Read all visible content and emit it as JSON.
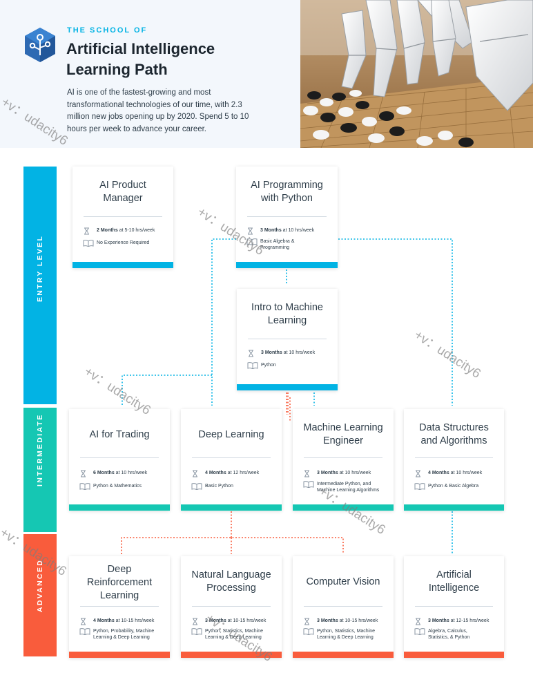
{
  "header": {
    "school_label": "THE SCHOOL OF",
    "title_line1": "Artificial Intelligence",
    "title_line2": "Learning Path",
    "intro": "AI is one of the fastest-growing and most transformational technologies of our time, with 2.3 million new jobs opening up by 2020. Spend 5 to 10 hours per week to advance your career.",
    "logo_icon": "hexagon-circuit-icon"
  },
  "levels": {
    "entry": "ENTRY LEVEL",
    "intermediate": "INTERMEDIATE",
    "advanced": "ADVANCED"
  },
  "colors": {
    "entry": "#02b3e4",
    "intermediate": "#15c7b3",
    "advanced": "#f95c3c"
  },
  "icons": {
    "duration": "hourglass-icon",
    "prereq": "open-book-icon"
  },
  "courses": {
    "ai_product_manager": {
      "title": "AI Product Manager",
      "duration": "2 Months",
      "pace": " at 5-10 hrs/week",
      "prereq": "No Experience Required"
    },
    "ai_programming_python": {
      "title": "AI Programming with Python",
      "duration": "3 Months",
      "pace": " at 10 hrs/week",
      "prereq": "Basic Algebra & Programming"
    },
    "intro_ml": {
      "title": "Intro to Machine Learning",
      "duration": "3 Months",
      "pace": " at 10 hrs/week",
      "prereq": "Python"
    },
    "ai_trading": {
      "title": "AI for Trading",
      "duration": "6 Months",
      "pace": " at 10 hrs/week",
      "prereq": "Python & Mathematics"
    },
    "deep_learning": {
      "title": "Deep Learning",
      "duration": "4 Months",
      "pace": " at 12 hrs/week",
      "prereq": "Basic Python"
    },
    "ml_engineer": {
      "title": "Machine Learning Engineer",
      "duration": "3 Months",
      "pace": " at 10 hrs/week",
      "prereq": "Intermediate Python, and Machine Learning Algorithms"
    },
    "data_structures": {
      "title": "Data Structures and Algorithms",
      "duration": "4 Months",
      "pace": " at 10 hrs/week",
      "prereq": "Python & Basic Algebra"
    },
    "deep_rl": {
      "title": "Deep Reinforcement Learning",
      "duration": "4 Months",
      "pace": " at 10-15 hrs/week",
      "prereq": "Python, Probability, Machine Learning & Deep Learning"
    },
    "nlp": {
      "title": "Natural Language Processing",
      "duration": "3 Months",
      "pace": " at 10-15 hrs/week",
      "prereq": "Python, Statistics, Machine Learning & Deep Learning"
    },
    "computer_vision": {
      "title": "Computer Vision",
      "duration": "3 Months",
      "pace": " at 10-15 hrs/week",
      "prereq": "Python, Statistics, Machine Learning & Deep Learning"
    },
    "artificial_intelligence": {
      "title": "Artificial Intelligence",
      "duration": "3 Months",
      "pace": " at 12-15 hrs/week",
      "prereq": "Algebra, Calculus, Statistics, & Python"
    }
  },
  "watermark": "+v：udacity6"
}
